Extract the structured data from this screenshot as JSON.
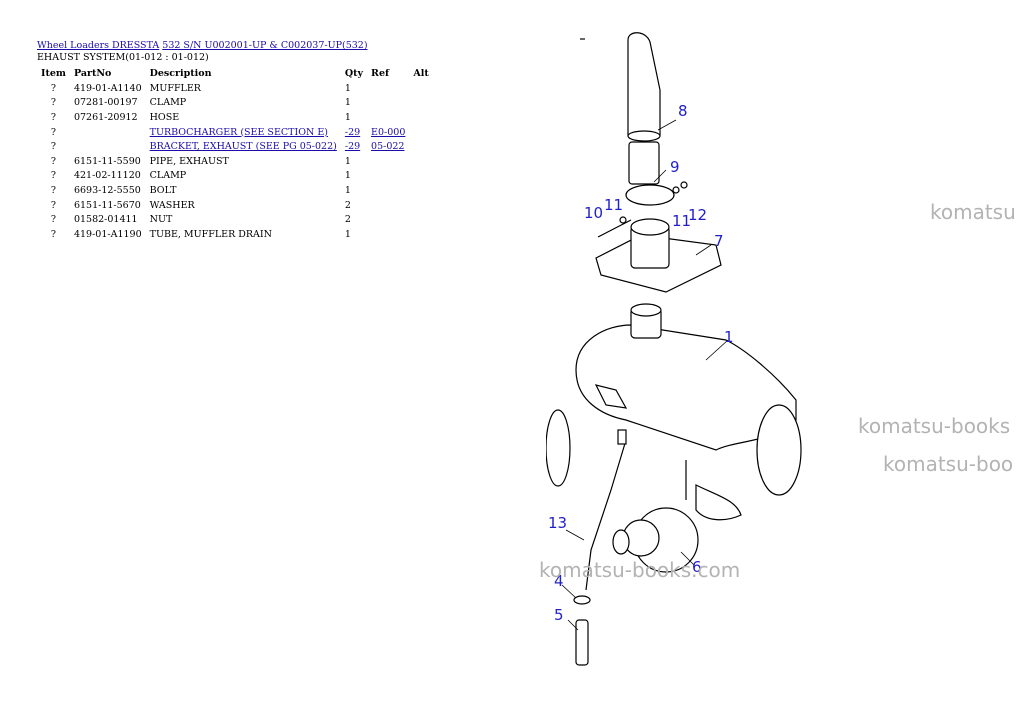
{
  "header": {
    "link1": "Wheel Loaders DRESSTA",
    "link2": "532 S/N U002001-UP & C002037-UP(532)",
    "subtitle": "EHAUST SYSTEM(01-012 : 01-012)"
  },
  "table": {
    "columns": [
      "Item",
      "PartNo",
      "Description",
      "Qty",
      "Ref",
      "Alt"
    ],
    "rows": [
      {
        "item": "?",
        "partno": "419-01-A1140",
        "desc": "MUFFLER",
        "qty": "1",
        "ref": "",
        "alt": ""
      },
      {
        "item": "?",
        "partno": "07281-00197",
        "desc": "CLAMP",
        "qty": "1",
        "ref": "",
        "alt": ""
      },
      {
        "item": "?",
        "partno": "07261-20912",
        "desc": "HOSE",
        "qty": "1",
        "ref": "",
        "alt": ""
      },
      {
        "item": "?",
        "partno": "",
        "desc": "TURBOCHARGER (SEE SECTION E)",
        "qty": "-29",
        "ref": "E0-000",
        "alt": "",
        "link": true
      },
      {
        "item": "?",
        "partno": "",
        "desc": "BRACKET, EXHAUST (SEE PG 05-022)",
        "qty": "-29",
        "ref": "05-022",
        "alt": "",
        "link": true
      },
      {
        "item": "?",
        "partno": "6151-11-5590",
        "desc": "PIPE, EXHAUST",
        "qty": "1",
        "ref": "",
        "alt": ""
      },
      {
        "item": "?",
        "partno": "421-02-11120",
        "desc": "CLAMP",
        "qty": "1",
        "ref": "",
        "alt": ""
      },
      {
        "item": "?",
        "partno": "6693-12-5550",
        "desc": "BOLT",
        "qty": "1",
        "ref": "",
        "alt": ""
      },
      {
        "item": "?",
        "partno": "6151-11-5670",
        "desc": "WASHER",
        "qty": "2",
        "ref": "",
        "alt": ""
      },
      {
        "item": "?",
        "partno": "01582-01411",
        "desc": "NUT",
        "qty": "2",
        "ref": "",
        "alt": ""
      },
      {
        "item": "?",
        "partno": "419-01-A1190",
        "desc": "TUBE, MUFFLER DRAIN",
        "qty": "1",
        "ref": "",
        "alt": ""
      }
    ]
  },
  "diagram": {
    "callouts": {
      "c1": "1",
      "c4": "4",
      "c5": "5",
      "c6": "6",
      "c7": "7",
      "c8": "8",
      "c9": "9",
      "c10": "10",
      "c11a": "11",
      "c11b": "11",
      "c12": "12",
      "c13": "13"
    }
  },
  "watermarks": {
    "w1": "komatsu",
    "w2": "komatsu-books",
    "w3": "komatsu-boo",
    "w4": "komatsu-books.com"
  },
  "colors": {
    "link": "#1a0dab",
    "callout": "#1f1fcc",
    "watermark": "#b3b3b3"
  }
}
